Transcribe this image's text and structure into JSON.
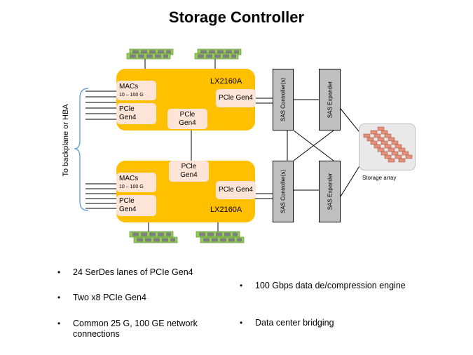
{
  "title": "Storage Controller",
  "side_label": "To backplane or HBA",
  "soc_top": {
    "name": "LX2160A",
    "macs": "MACs",
    "macs_speed": "10 – 100 G",
    "pcie_left": "PCle\nGen4",
    "pcie_bottom": "PCle\nGen4",
    "pcie_right": "PCle  Gen4"
  },
  "soc_bottom": {
    "name": "LX2160A",
    "macs": "MACs",
    "macs_speed": "10 – 100 G",
    "pcie_left": "PCle\nGen4",
    "pcie_top": "PCle\nGen4",
    "pcie_right": "PCle  Gen4"
  },
  "sas": {
    "controller_top": "SAS Controller(s)",
    "expander_top": "SAS Expander",
    "controller_bottom": "SAS Controller(s)",
    "expander_bottom": "SAS Expander"
  },
  "storage_label": "Storage array",
  "bullets_left": [
    "24 SerDes lanes of PCIe Gen4",
    "Two x8 PCIe Gen4",
    "Common 25 G, 100 GE network connections"
  ],
  "bullets_right": [
    "100 Gbps data de/compression engine",
    "Data center bridging"
  ],
  "colors": {
    "chip": "#FFC000",
    "block": "#FCE4D6",
    "sas": "#BFBFBF",
    "memory_green": "#92D050",
    "memory_chip": "#7F7F7F",
    "disk": "#E4907A"
  }
}
